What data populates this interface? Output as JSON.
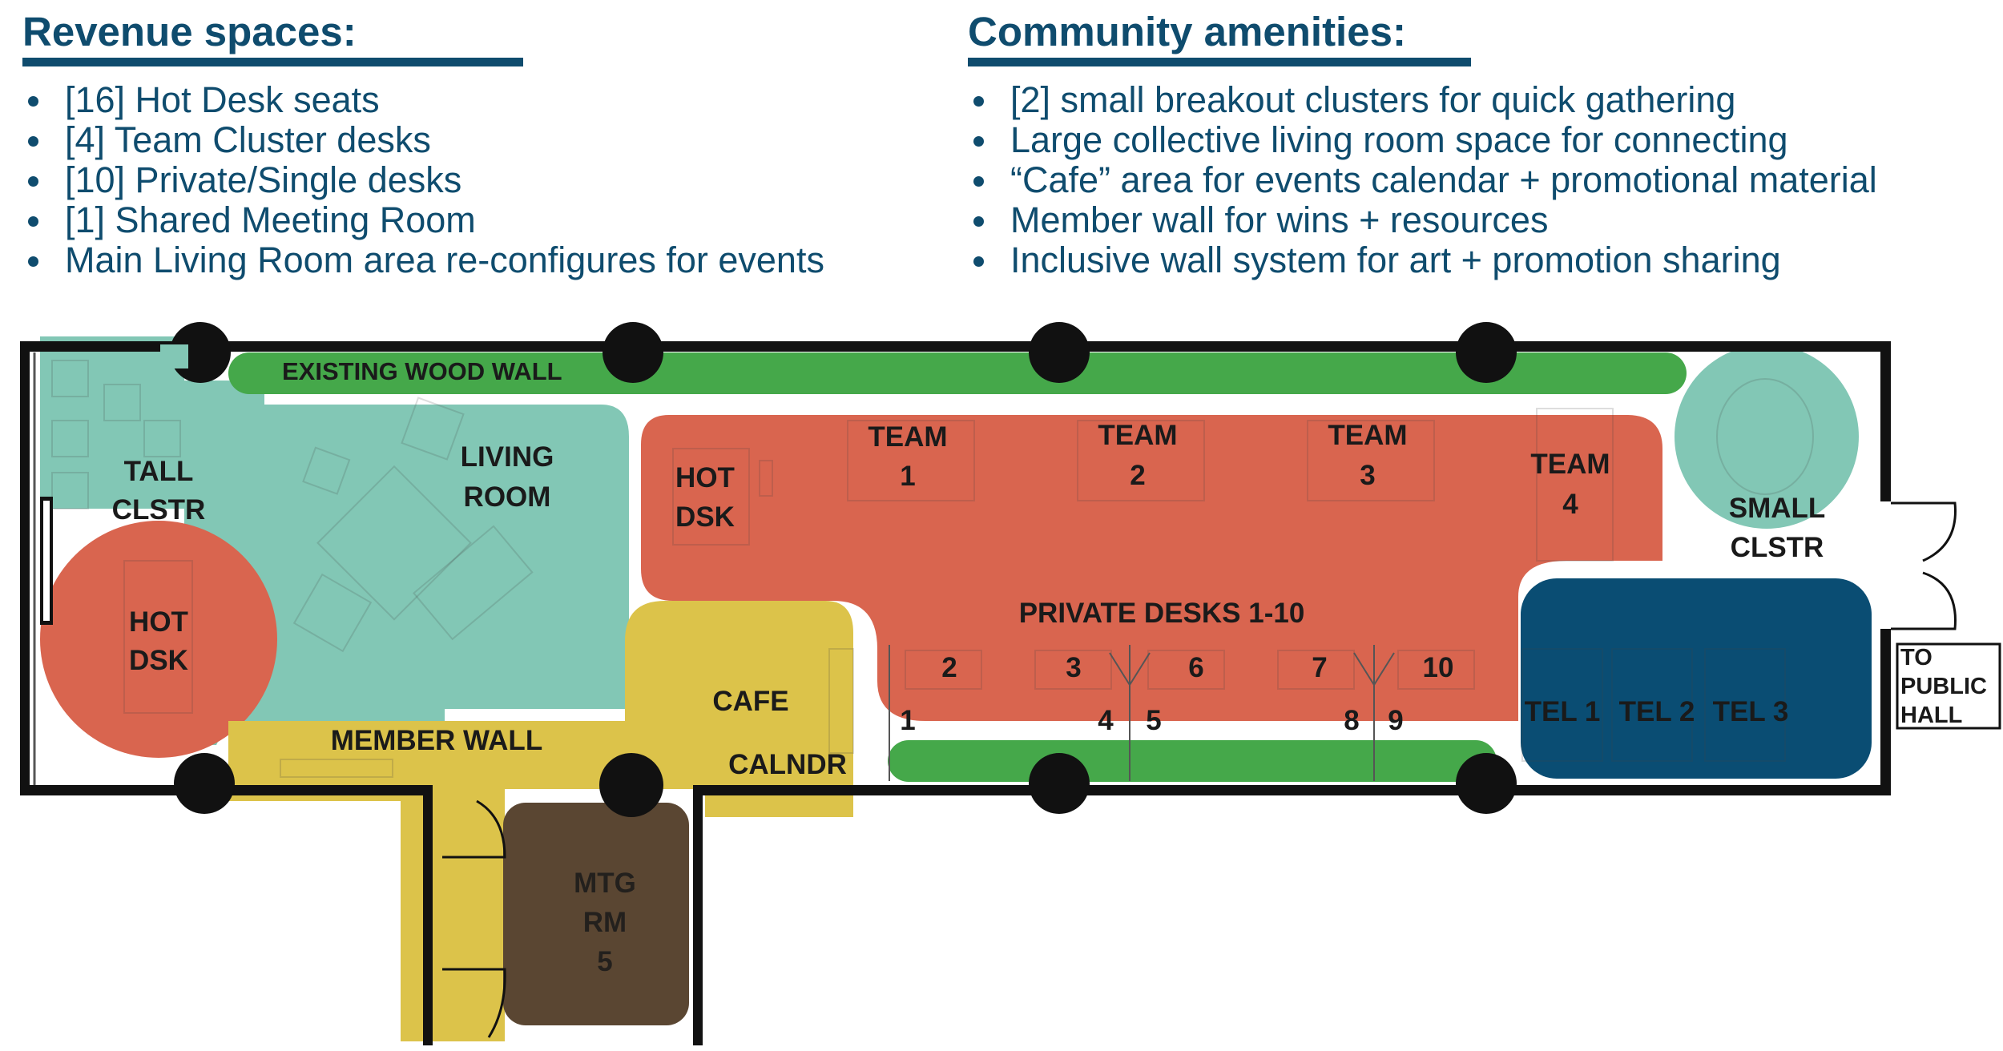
{
  "colors": {
    "heading": "#0f4c6e",
    "wall": "#111111",
    "wood_wall": "#45a84a",
    "living_zone": "#82c7b5",
    "revenue_zone": "#d9654f",
    "cafe_zone": "#dcc34a",
    "tel_zone": "#0a4d73",
    "meeting_zone": "#5a4632"
  },
  "revenue": {
    "heading": "Revenue spaces:",
    "items": [
      "[16] Hot Desk seats",
      "[4] Team Cluster desks",
      "[10] Private/Single desks",
      "[1] Shared Meeting Room",
      "Main Living Room area re-configures for events"
    ]
  },
  "community": {
    "heading": "Community amenities:",
    "items": [
      "[2] small breakout clusters for quick gathering",
      "Large collective living room space for connecting",
      "“Cafe” area for events calendar + promotional material",
      "Member wall for wins + resources",
      "Inclusive wall system for art + promotion sharing"
    ]
  },
  "plan": {
    "wood_wall": "EXISTING WOOD WALL",
    "tall_a": "TALL",
    "tall_b": "CLSTR",
    "living_a": "LIVING",
    "living_b": "ROOM",
    "hot_a_1": "HOT",
    "hot_a_2": "DSK",
    "hot_b_1": "HOT",
    "hot_b_2": "DSK",
    "team": "TEAM",
    "team_nums": [
      "1",
      "2",
      "3",
      "4"
    ],
    "small_a": "SMALL",
    "small_b": "CLSTR",
    "private": "PRIVATE DESKS 1-10",
    "desk_nums": [
      "1",
      "2",
      "3",
      "4",
      "5",
      "6",
      "7",
      "8",
      "9",
      "10"
    ],
    "cafe": "CAFE",
    "calndr": "CALNDR",
    "member_wall": "MEMBER WALL",
    "tel": [
      "TEL 1",
      "TEL 2",
      "TEL 3"
    ],
    "hall": [
      "TO",
      "PUBLIC",
      "HALL"
    ],
    "mtg": [
      "MTG",
      "RM",
      "5"
    ]
  }
}
